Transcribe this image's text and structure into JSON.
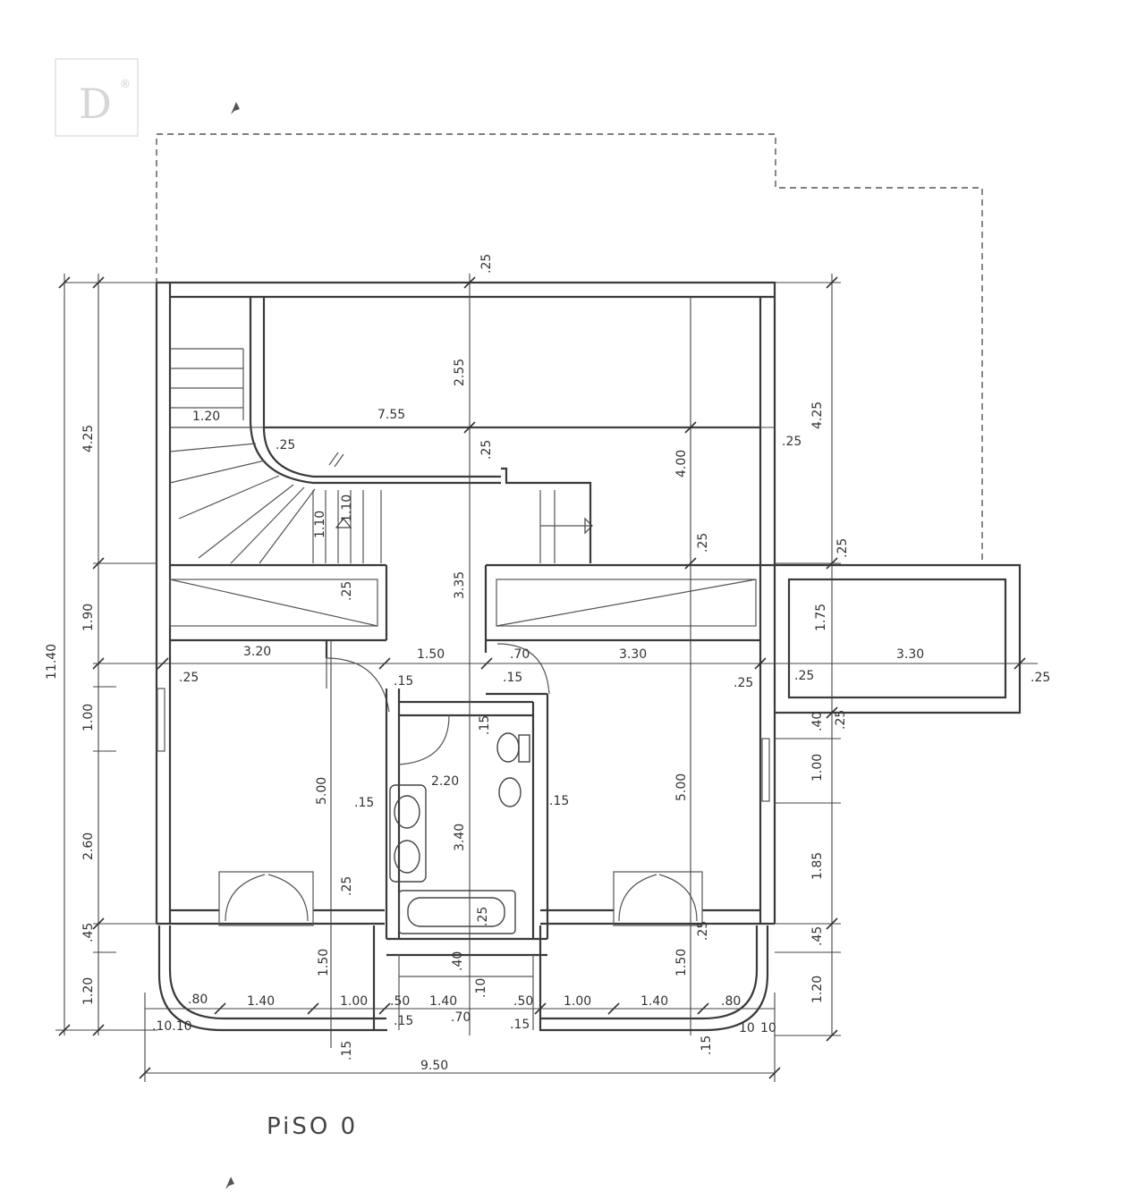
{
  "title": "PiSO  0",
  "logo": {
    "letter": "D",
    "mark": "®"
  },
  "dimensions": {
    "overall_width": "9.50",
    "overall_height": "11.40",
    "left_4_25": "4.25",
    "left_1_90": "1.90",
    "left_1_00": "1.00",
    "left_2_60": "2.60",
    "left_45": ".45",
    "left_1_20": "1.20",
    "right_4_25": "4.25",
    "right_1_75": "1.75",
    "right_40": ".40",
    "right_1_00": "1.00",
    "right_1_85": "1.85",
    "right_45": ".45",
    "right_1_20": "1.20",
    "top_25": ".25",
    "living_2_55": "2.55",
    "living_7_55": "7.55",
    "stair_1_20": "1.20",
    "stair_25": ".25",
    "mid_25": ".25",
    "right_wall_25": ".25",
    "v_4_00": "4.00",
    "v_25_a": ".25",
    "v_25_b": ".25",
    "hall_3_35": "3.35",
    "stair_1_10": "1.10",
    "stair_1_10b": "1.10",
    "wardrobe_25": ".25",
    "room_l_3_20": "3.20",
    "hall_1_50": "1.50",
    "door_70": ".70",
    "room_r_3_30": "3.30",
    "ext_3_30": "3.30",
    "l_25": ".25",
    "hall_15_a": ".15",
    "hall_15_b": ".15",
    "r_25": ".25",
    "ext_25_l": ".25",
    "ext_25_r": ".25",
    "ext_25_b": ".25",
    "bath_15_top": ".15",
    "bath_2_20": "2.20",
    "bath_15_l": ".15",
    "bath_15_r": ".15",
    "bath_3_40": "3.40",
    "room_l_5_00": "5.00",
    "room_r_5_00": "5.00",
    "l_bot_25": ".25",
    "tub_25": ".25",
    "r_bot_25": ".25",
    "terr_l_1_50": "1.50",
    "terr_r_1_50": "1.50",
    "b_40": ".40",
    "b_10": ".10",
    "bot_80_l": ".80",
    "bot_1_40_l": "1.40",
    "bot_1_00_l": "1.00",
    "bot_50_l": ".50",
    "bot_1_40_m": "1.40",
    "bot_50_r": ".50",
    "bot_1_00_r": "1.00",
    "bot_1_40_r": "1.40",
    "bot_80_r": ".80",
    "bot_10_10": ".10.10",
    "bot_15_a": ".15",
    "bot_70": ".70",
    "bot_15_b": ".15",
    "bot_10_r1": "10",
    "bot_10_r2": "10",
    "bot_15_l": ".15",
    "bot_15_r": ".15"
  }
}
